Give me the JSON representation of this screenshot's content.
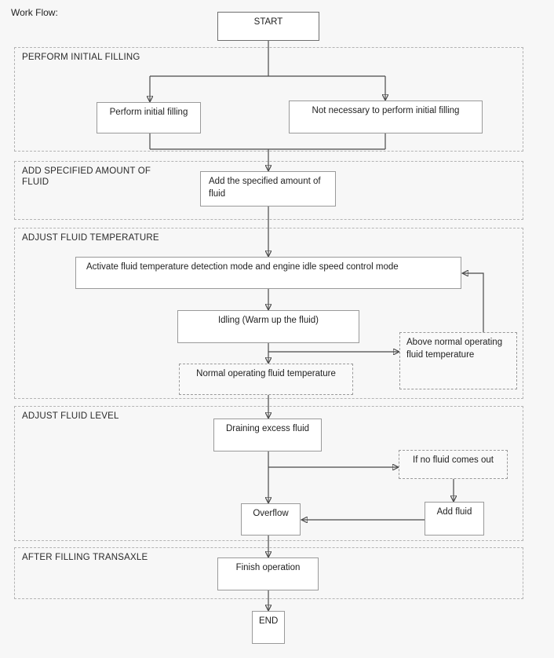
{
  "page": {
    "title": "Work Flow:",
    "background_color": "#f7f7f7",
    "box_fill_color": "#ffffff",
    "line_color": "#4a4a4a",
    "dashed_border_color": "#b4b4b4"
  },
  "sections": [
    {
      "label": "PERFORM INITIAL FILLING"
    },
    {
      "label": "ADD SPECIFIED AMOUNT OF FLUID"
    },
    {
      "label": "ADJUST FLUID TEMPERATURE"
    },
    {
      "label": "ADJUST FLUID LEVEL"
    },
    {
      "label": "AFTER FILLING TRANSAXLE"
    }
  ],
  "nodes": {
    "start": "START",
    "perform_initial": "Perform initial filling",
    "not_necessary": "Not necessary to perform initial filling",
    "add_specified": "Add the specified amount of fluid",
    "activate": "Activate fluid temperature detection mode and engine idle speed control mode",
    "idling": "Idling (Warm up the fluid)",
    "above_normal": "Above normal operating fluid temperature",
    "normal_operating": "Normal operating fluid temperature",
    "draining": "Draining excess fluid",
    "if_no_fluid": "If no fluid comes out",
    "overflow": "Overflow",
    "add_fluid": "Add fluid",
    "finish": "Finish operation",
    "end": "END"
  }
}
